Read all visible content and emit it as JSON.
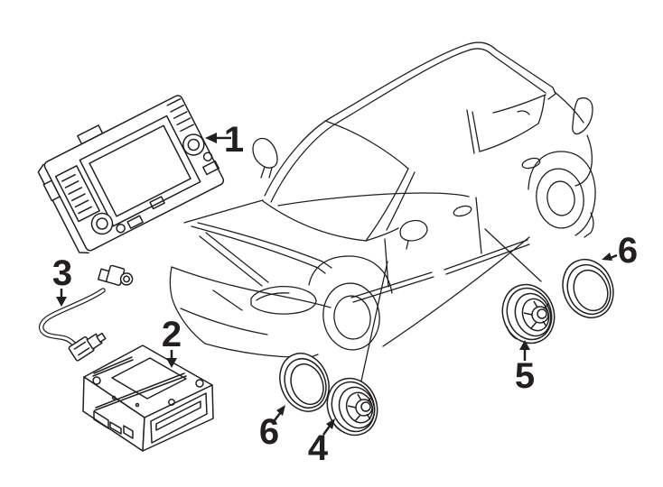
{
  "diagram": {
    "callouts": [
      {
        "number": "1",
        "part": "radio-head-unit"
      },
      {
        "number": "2",
        "part": "amplifier-unit"
      },
      {
        "number": "3",
        "part": "antenna-cable"
      },
      {
        "number": "4",
        "part": "front-door-speaker"
      },
      {
        "number": "5",
        "part": "rear-door-speaker"
      },
      {
        "number": "6",
        "part": "speaker-trim-ring-front"
      },
      {
        "number": "6",
        "part": "speaker-trim-ring-rear"
      }
    ],
    "colors": {
      "line": "#231f20",
      "background": "#ffffff"
    }
  }
}
